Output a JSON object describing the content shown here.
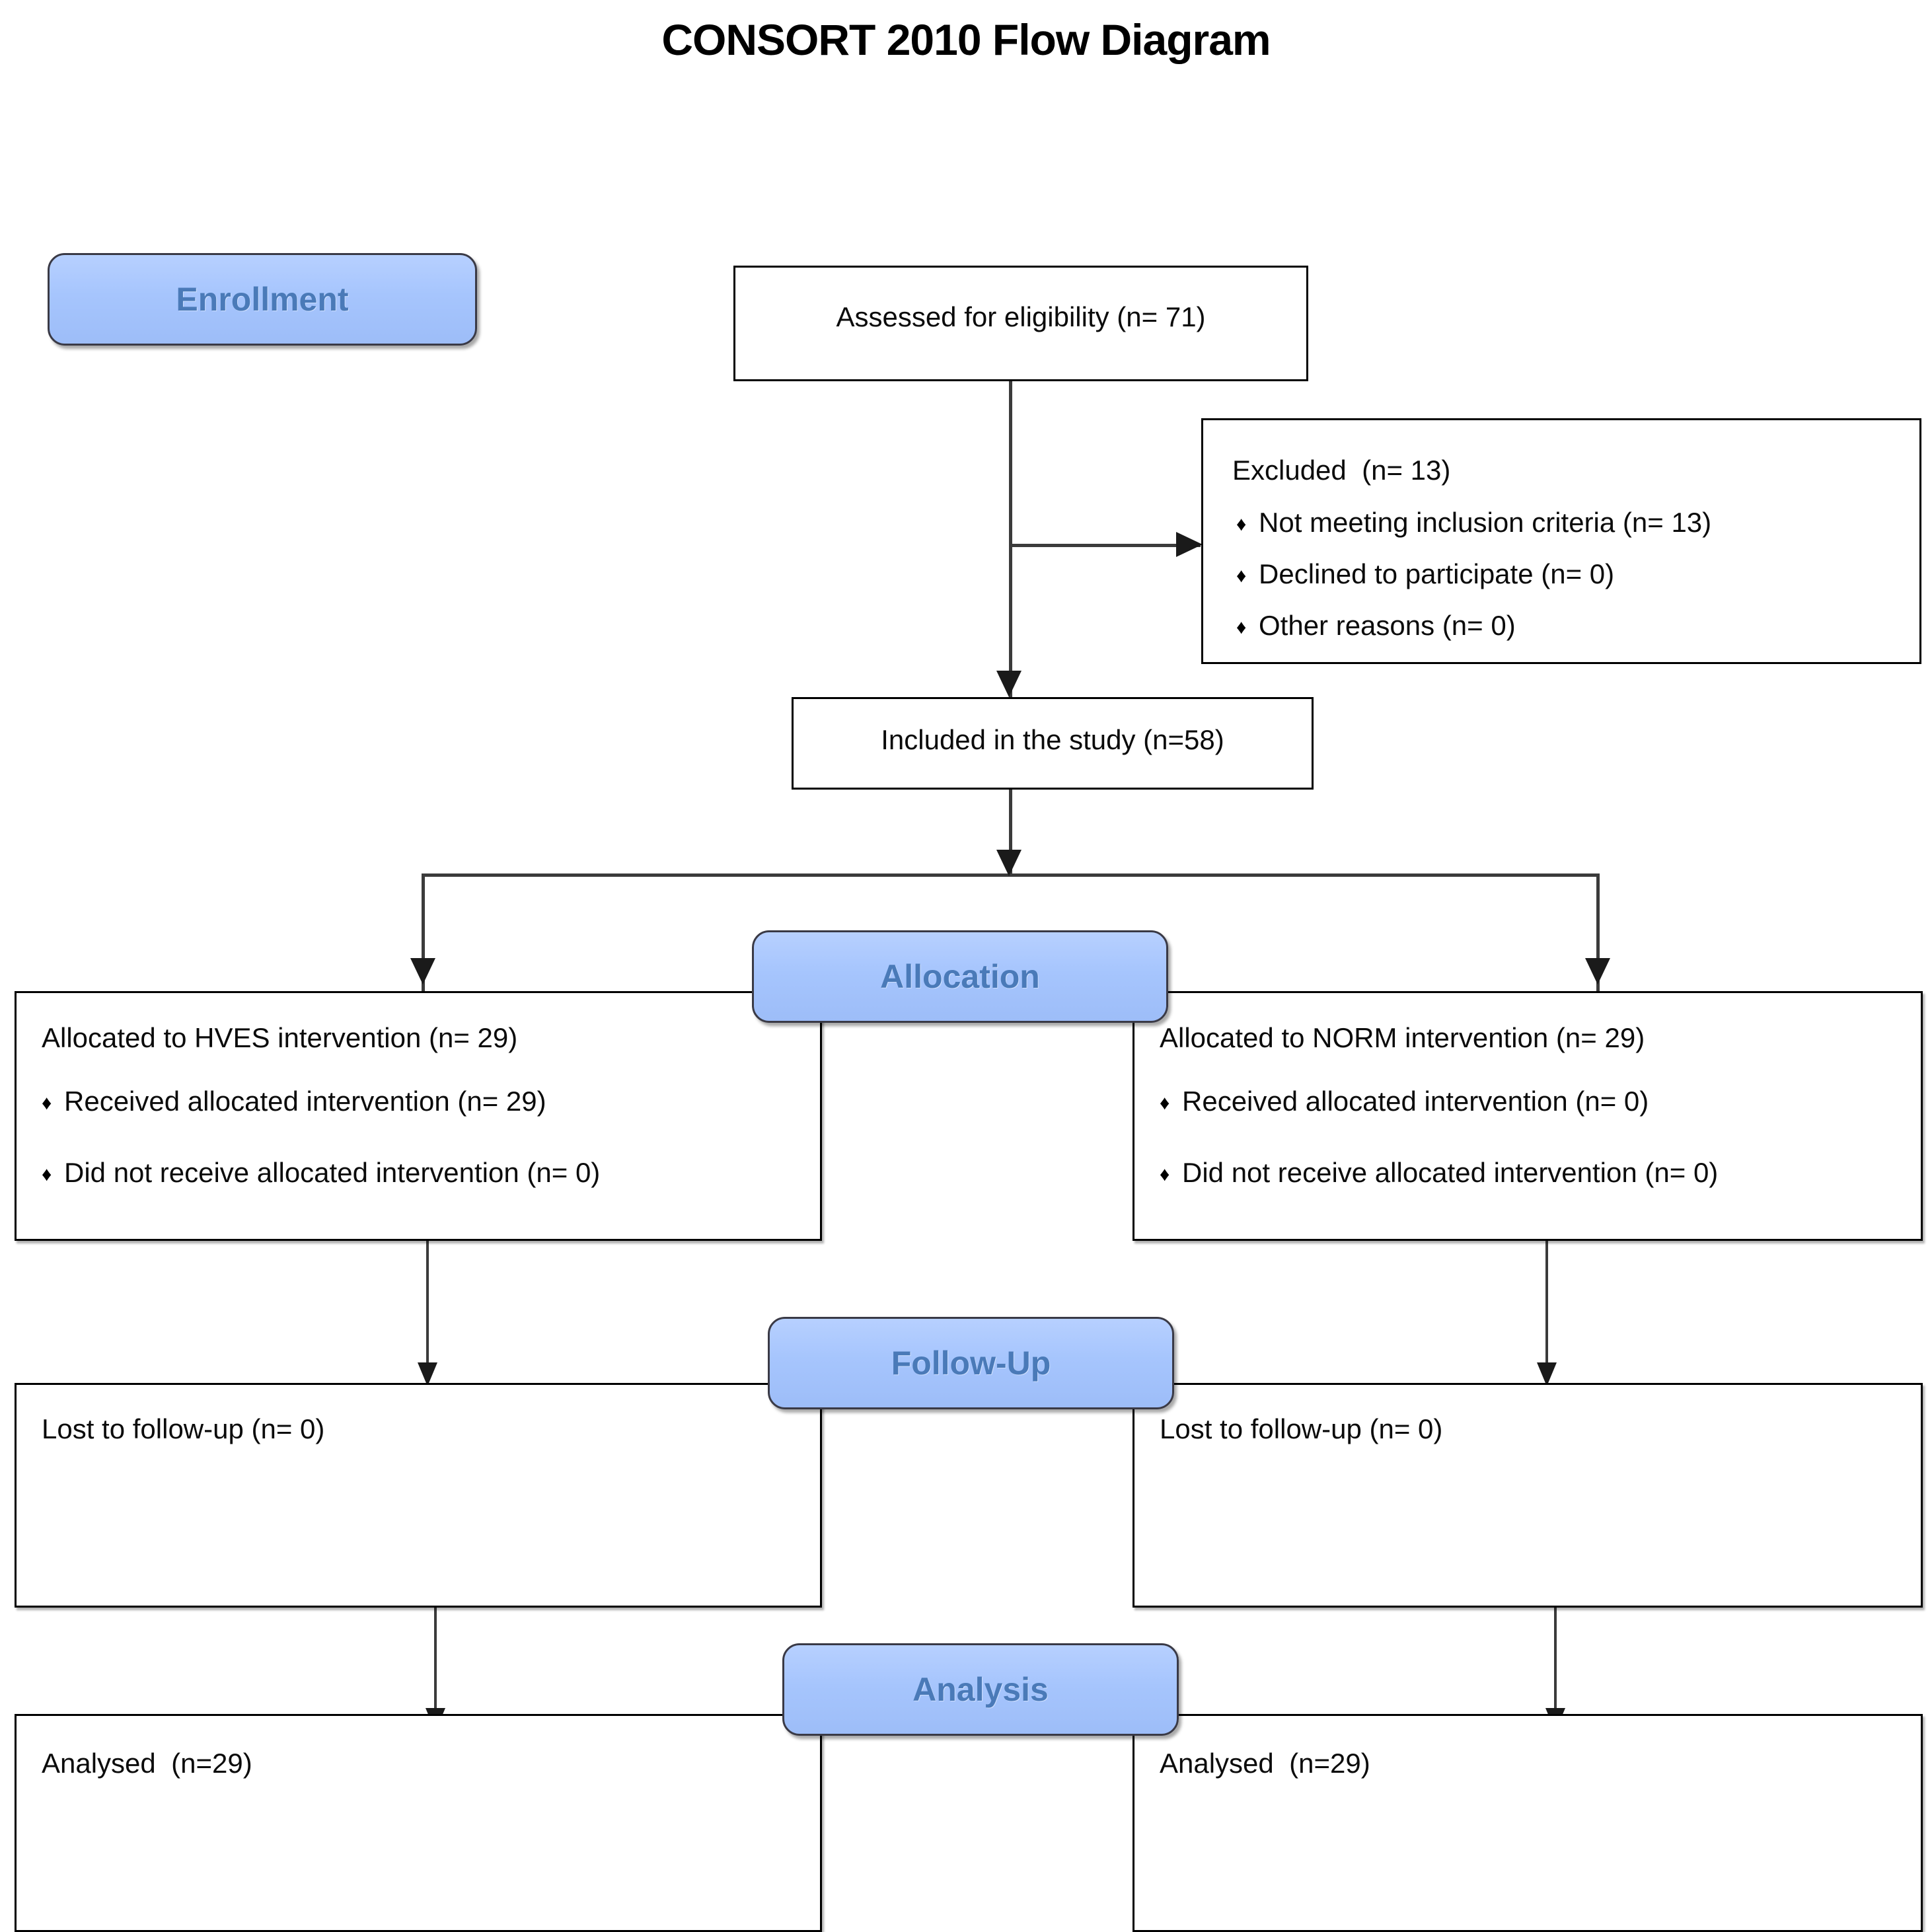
{
  "diagram": {
    "title": "CONSORT 2010 Flow Diagram",
    "type": "flowchart",
    "stages": [
      {
        "key": "enrollment",
        "label": "Enrollment"
      },
      {
        "key": "allocation",
        "label": "Allocation"
      },
      {
        "key": "followup",
        "label": "Follow-Up"
      },
      {
        "key": "analysis",
        "label": "Analysis"
      }
    ],
    "colors": {
      "stage_badge_fill": "#a6c5fd",
      "stage_badge_text": "#4a7ab8",
      "stage_badge_border": "#3a3a46",
      "box_border": "#000000",
      "box_fill": "#ffffff",
      "connector": "#3b3b3b",
      "text": "#000000"
    },
    "bullet_glyph": "♦"
  },
  "nodes": {
    "assessed": {
      "text": "Assessed for eligibility (n= 71)"
    },
    "excluded": {
      "heading": "Excluded  (n= 13)",
      "items": [
        "Not meeting inclusion criteria (n= 13)",
        "Declined to participate (n= 0)",
        "Other reasons (n= 0)"
      ]
    },
    "included": {
      "text": "Included in the study (n=58)"
    },
    "allocated_left": {
      "heading": "Allocated to HVES intervention (n= 29)",
      "items": [
        "Received allocated intervention (n= 29)",
        "Did not receive allocated intervention (n= 0)"
      ]
    },
    "allocated_right": {
      "heading": "Allocated to NORM intervention (n= 29)",
      "items": [
        "Received allocated intervention (n= 0)",
        "Did not receive allocated intervention (n= 0)"
      ]
    },
    "followup_left": {
      "text": "Lost to follow-up (n= 0)"
    },
    "followup_right": {
      "text": "Lost to follow-up (n= 0)"
    },
    "analysed_left": {
      "text": "Analysed  (n=29)"
    },
    "analysed_right": {
      "text": "Analysed  (n=29)"
    }
  },
  "chart_data": {
    "type": "flow",
    "title": "CONSORT 2010 Flow Diagram",
    "stages": [
      "Enrollment",
      "Allocation",
      "Follow-Up",
      "Analysis"
    ],
    "counts": {
      "assessed_for_eligibility": 71,
      "excluded_total": 13,
      "excluded_not_meeting_inclusion_criteria": 13,
      "excluded_declined_to_participate": 0,
      "excluded_other_reasons": 0,
      "included_in_study": 58,
      "allocated_hves": 29,
      "hves_received_allocated_intervention": 29,
      "hves_did_not_receive_allocated_intervention": 0,
      "allocated_norm": 29,
      "norm_received_allocated_intervention": 0,
      "norm_did_not_receive_allocated_intervention": 0,
      "hves_lost_to_followup": 0,
      "norm_lost_to_followup": 0,
      "hves_analysed": 29,
      "norm_analysed": 29
    },
    "arms": [
      "HVES",
      "NORM"
    ]
  }
}
